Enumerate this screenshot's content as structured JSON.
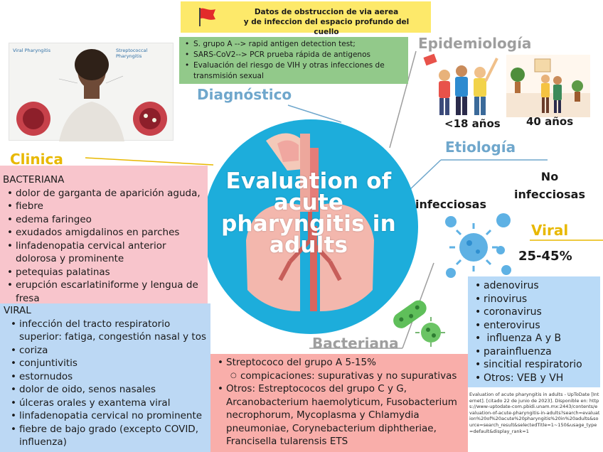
{
  "banner": {
    "text": "Datos de obstruccion de via aerea\ny de infeccion del espacio profundo del cuello"
  },
  "main_title": "Evaluation of acute pharyngitis in adults",
  "headings": {
    "diagnostico": "Diagnóstico",
    "clinica": "Clinica",
    "epidemiologia": "Epidemiología",
    "etiologia": "Etiología",
    "viral": "Viral",
    "bacteriana": "Bacteriana"
  },
  "diagnostico": [
    "S. grupo A --> rapid antigen detection test;",
    "SARS-CoV2--> PCR prueba rápida de antigenos",
    "Evaluación del riesgo de VIH y otras infecciones de transmisión sexual"
  ],
  "clinica_bacteriana": {
    "title": "BACTERIANA",
    "items": [
      "dolor de garganta de aparición aguda,",
      "fiebre",
      "edema faringeo",
      "exudados amigdalinos en parches",
      "linfadenopatia cervical anterior dolorosa y prominente",
      "petequias palatinas",
      "erupción escarlatiniforme  y lengua de fresa"
    ]
  },
  "clinica_viral": {
    "title": "VIRAL",
    "items": [
      "infección del tracto respiratorio superior: fatiga, congestión nasal y tos",
      "coriza",
      "conjuntivitis",
      "estornudos",
      "dolor de oido,  senos nasales",
      "úlceras orales y exantema viral",
      "linfadenopatia cervical no prominente",
      "fiebre de bajo grado (excepto COVID, influenza)"
    ]
  },
  "epidemiologia": {
    "young": "<18 años",
    "old": "40 años"
  },
  "etiologia": {
    "infecciosas": "infecciosas",
    "no_infecciosas": "No infecciosas",
    "viral_pct": "25-45%"
  },
  "viral_list": [
    "adenovirus",
    "rinovirus",
    "coronavirus",
    "enterovirus",
    " influenza A y B",
    "parainfluenza",
    "sincitial respiratorio",
    "Otros: VEB y VH"
  ],
  "bacteriana_etio": {
    "items": [
      "Streptococo del grupo A 5-15%",
      "Otros: Estreptococos del grupo C y G, Arcanobacterium haemolyticum, Fusobacterium necrophorum, Mycoplasma y Chlamydia pneumoniae, Corynebacterium diphtheriae, Francisella tularensis ETS"
    ],
    "sub": "compicaciones: supurativas y no supurativas"
  },
  "photo_labels": {
    "left": "Viral Pharyngitis",
    "right": "Streptococcal Pharyngitis"
  },
  "reference": "Evaluation of acute pharyngitis in adults - UpToDate [Internet]. [citado 22 de junio de 2023]. Disponible en: https://www-uptodate-com.pbidi.unam.mx:2443/contents/evaluation-of-acute-pharyngitis-in-adults?search=evaluation%20of%20acute%20pharyngitis%20in%20adults&source=search_result&selectedTitle=1~150&usage_type=default&display_rank=1",
  "colors": {
    "circle": "#1daddb",
    "banner": "#fde96a",
    "diag_box": "#92c98a",
    "pink": "#f8c5cc",
    "light_blue": "#bcd8f4",
    "salmon": "#f9aeaa"
  }
}
